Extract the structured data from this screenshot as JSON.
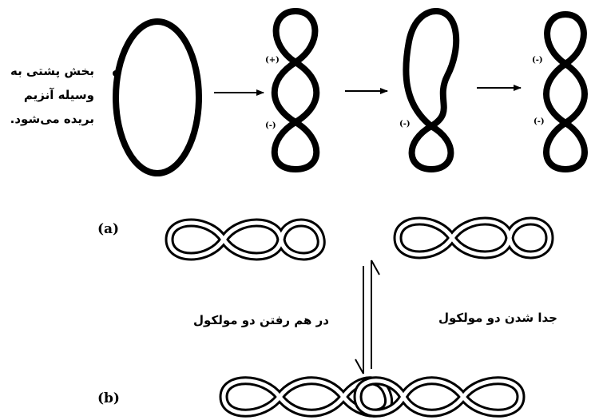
{
  "panel_a": {
    "label": "(a)",
    "caption_lines": [
      "بخش پشتی به",
      "وسیله آنزیم",
      "بریده می‌شود."
    ],
    "signs": {
      "step1_top": "(+)",
      "step1_bottom": "(-)",
      "step2": "(-)",
      "step3_top": "(-)",
      "step3_bottom": "(-)"
    }
  },
  "panel_b": {
    "label": "(b)",
    "left_text": "در هم رفتن دو مولکول",
    "right_text": "جدا شدن دو مولکول"
  }
}
